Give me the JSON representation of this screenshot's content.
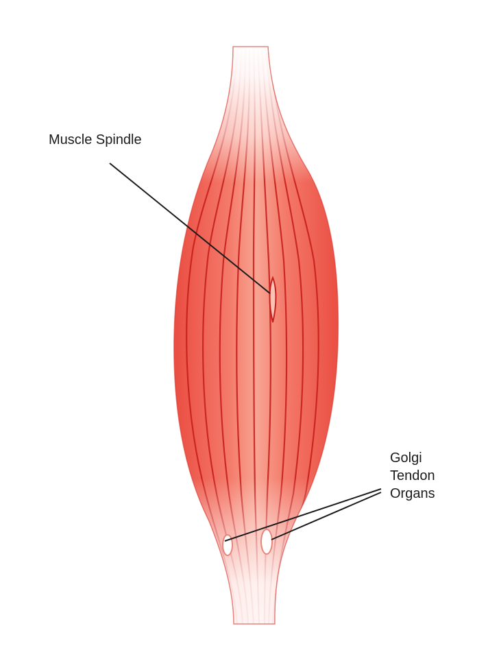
{
  "diagram": {
    "subject": "Skeletal muscle with proprioceptors",
    "labels": {
      "muscle_spindle": "Muscle Spindle",
      "golgi_tendon_organs": [
        "Golgi",
        "Tendon",
        "Organs"
      ]
    },
    "colors": {
      "muscle_body": "#f0594a",
      "muscle_highlight": "#f8a898",
      "fiber_line": "#c8201c",
      "tendon": "#fbe0dc",
      "leader_line": "#1a1a1a",
      "background": "#ffffff"
    }
  }
}
